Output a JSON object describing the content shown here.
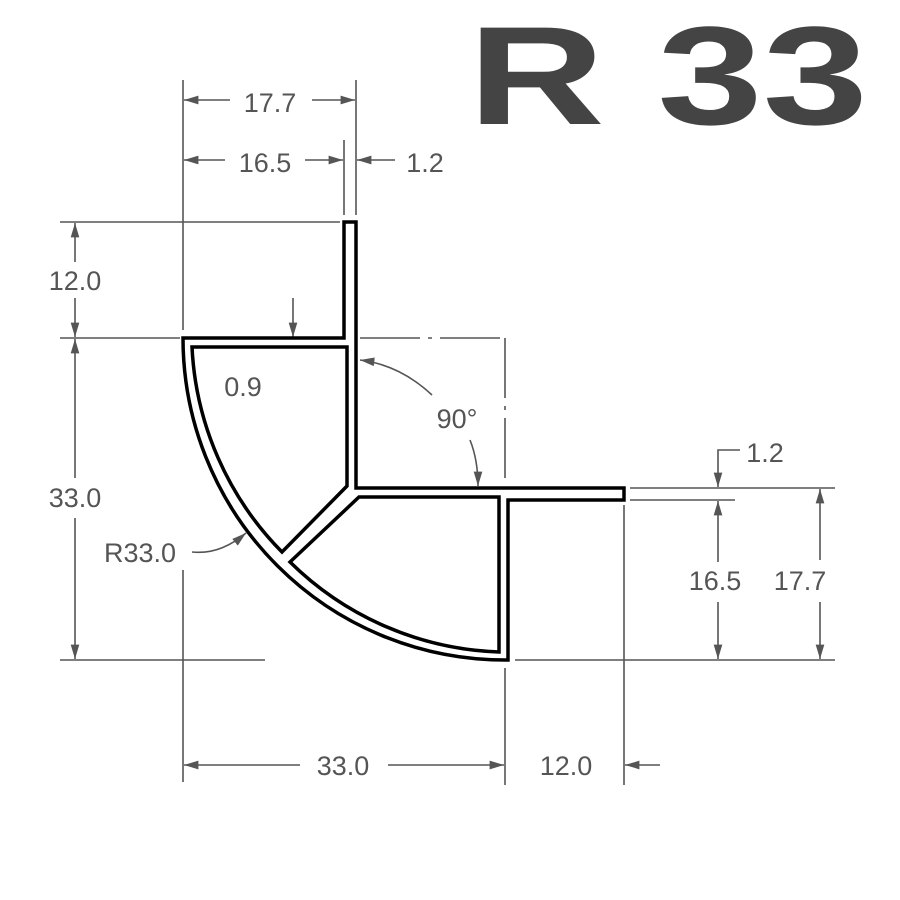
{
  "title": "R 33",
  "dimensions": {
    "top_width_outer": "17.7",
    "top_width_inner": "16.5",
    "top_flange_thickness": "1.2",
    "left_flange_height": "12.0",
    "wall_thickness": "0.9",
    "angle": "90°",
    "left_height": "33.0",
    "radius": "R33.0",
    "right_flange_thickness": "1.2",
    "right_inner_height": "16.5",
    "right_outer_height": "17.7",
    "bottom_width": "33.0",
    "bottom_flange_width": "12.0"
  },
  "colors": {
    "profile": "#000000",
    "dimension": "#555555",
    "title": "#444444"
  }
}
